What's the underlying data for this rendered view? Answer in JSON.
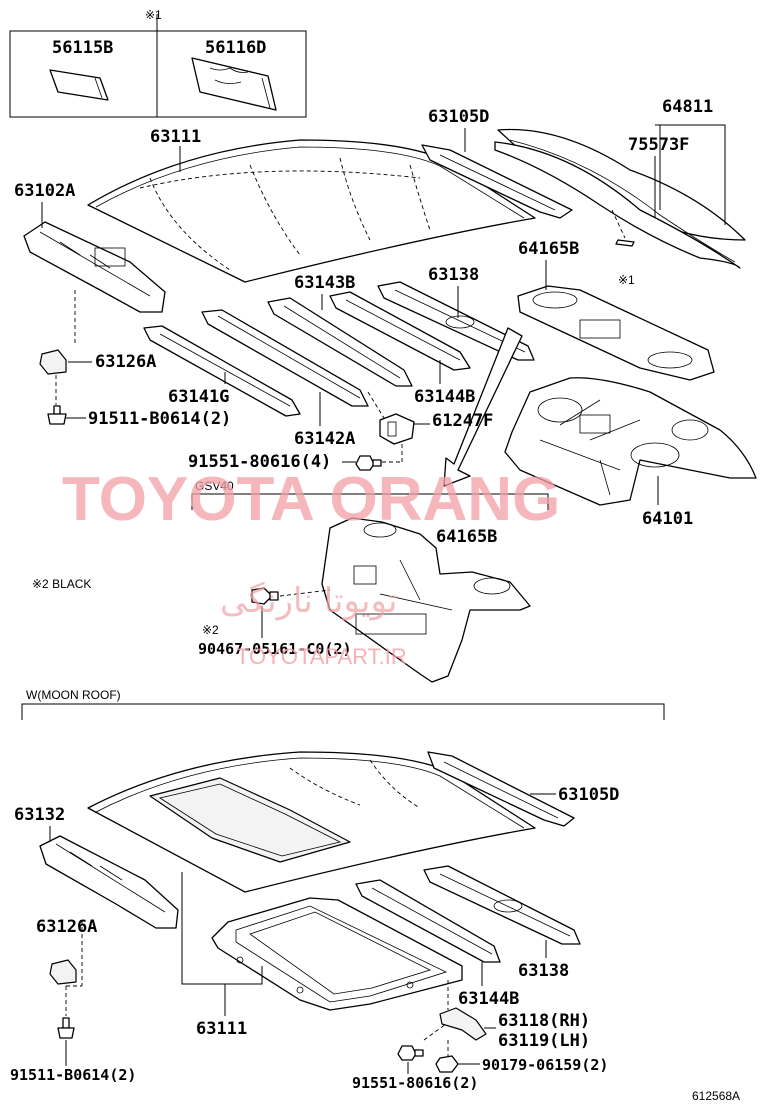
{
  "labels": {
    "p56115b": "56115B",
    "p56116d": "56116D",
    "ref1_top": "※1",
    "p63111_top": "63111",
    "p63105d_top": "63105D",
    "p64811": "64811",
    "p75573f": "75573F",
    "p63102a": "63102A",
    "p64165b_top": "64165B",
    "ref1_right": "※1",
    "p63143b": "63143B",
    "p63138_top": "63138",
    "p63126a_top": "63126A",
    "p63141g": "63141G",
    "p63144b_top": "63144B",
    "p91511_top": "91511-B0614(2)",
    "p61247f": "61247F",
    "p63142a": "63142A",
    "p91551_top": "91551-80616(4)",
    "p64101": "64101",
    "gsv40": "GSV40",
    "p64165b_mid": "64165B",
    "note2_black": "※2 BLACK",
    "ref2": "※2",
    "p90467": "90467-05161-C0(2)",
    "moon_roof": "W(MOON ROOF)",
    "p63132": "63132",
    "p63105d_bot": "63105D",
    "p63126a_bot": "63126A",
    "p63138_bot": "63138",
    "p63144b_bot": "63144B",
    "p63111_bot": "63111",
    "p63118": "63118(RH)",
    "p63119": "63119(LH)",
    "p91511_bot": "91511-B0614(2)",
    "p90179": "90179-06159(2)",
    "p91551_bot": "91551-80616(2)",
    "drawing_id": "612568A"
  },
  "watermark": {
    "brand": "TOYOTA ORANG",
    "persian": "تویوتا نارنگی",
    "site": "TOYOTAPART.IR",
    "color": "#f2a0a6"
  }
}
